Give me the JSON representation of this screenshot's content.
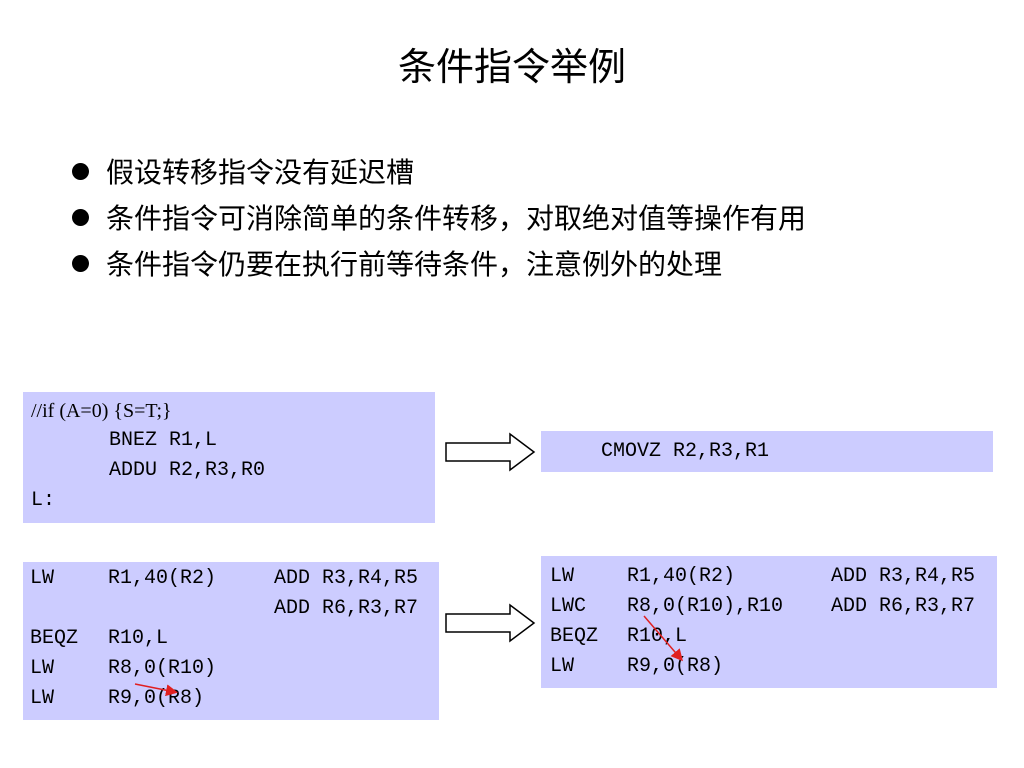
{
  "title": "条件指令举例",
  "bullets": [
    "假设转移指令没有延迟槽",
    "条件指令可消除简单的条件转移，对取绝对值等操作有用",
    "条件指令仍要在执行前等待条件，注意例外的处理"
  ],
  "example1": {
    "before": {
      "comment": "//if (A=0) {S=T;}",
      "line1": "BNEZ R1,L",
      "line2": "ADDU R2,R3,R0",
      "label": "L:"
    },
    "after": {
      "line1": "CMOVZ R2,R3,R1"
    }
  },
  "example2": {
    "before": {
      "rows": [
        {
          "op": "LW",
          "arg": "R1,40(R2)",
          "par": "ADD R3,R4,R5"
        },
        {
          "op": "",
          "arg": "",
          "par": "ADD R6,R3,R7"
        },
        {
          "op": "BEQZ",
          "arg": "R10,L",
          "par": ""
        },
        {
          "op": "LW",
          "arg": "R8,0(R10)",
          "par": ""
        },
        {
          "op": "LW",
          "arg": "R9,0(R8)",
          "par": ""
        }
      ]
    },
    "after": {
      "rows": [
        {
          "op": "LW",
          "arg": "R1,40(R2)",
          "par": "ADD R3,R4,R5"
        },
        {
          "op": "LWC",
          "arg": "R8,0(R10),R10",
          "par": "ADD R6,R3,R7"
        },
        {
          "op": "BEQZ",
          "arg": "R10,L",
          "par": ""
        },
        {
          "op": "LW",
          "arg": "R9,0(R8)",
          "par": ""
        }
      ]
    }
  },
  "colors": {
    "box_fill": "#ccccff",
    "dependency_arrow": "#e02020"
  }
}
